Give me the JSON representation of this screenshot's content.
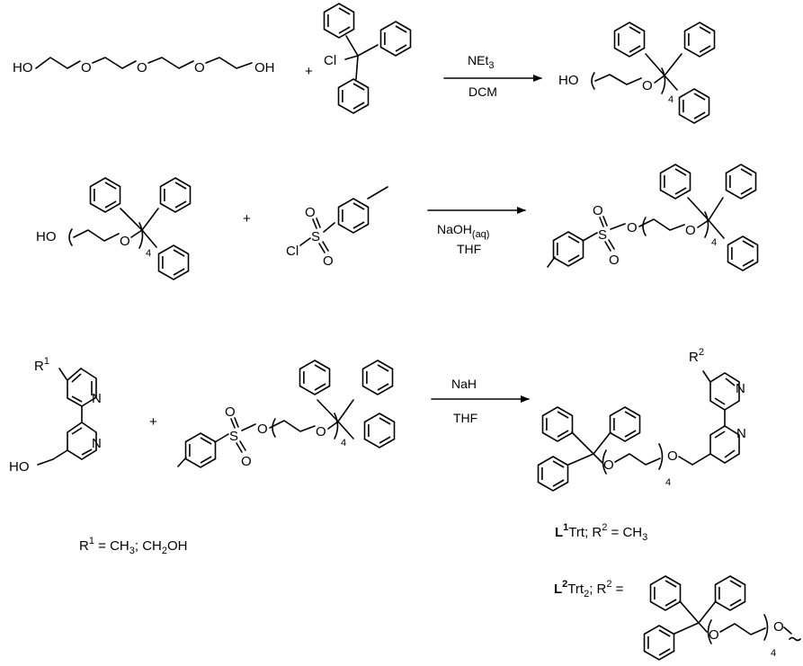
{
  "scheme": {
    "row1": {
      "tetraethylene_glycol": {
        "oh_left": "HO",
        "o1": "O",
        "o2": "O",
        "o3": "O",
        "oh_right": "OH"
      },
      "plus": "+",
      "trityl_chloride": {
        "cl": "Cl"
      },
      "arrow": {
        "above": "NEt",
        "above_sub": "3",
        "below": "DCM"
      },
      "product": {
        "oh": "HO",
        "o": "O",
        "n": "4"
      }
    },
    "row2": {
      "reactant": {
        "oh": "HO",
        "o": "O",
        "n": "4"
      },
      "plus": "+",
      "tosyl_chloride": {
        "cl": "Cl",
        "s": "S",
        "o_top": "O",
        "o_bottom": "O"
      },
      "arrow": {
        "above": "NaOH",
        "above_sub": "(aq)",
        "below": "THF"
      },
      "product": {
        "s": "S",
        "o_top": "O",
        "o_bottom": "O",
        "o_link": "O",
        "o": "O",
        "n": "4"
      }
    },
    "row3": {
      "bipyridine": {
        "r": "R",
        "r_sup": "1",
        "n_top": "N",
        "n_bottom": "N",
        "oh": "HO"
      },
      "plus": "+",
      "tosylate": {
        "s": "S",
        "o_top": "O",
        "o_bottom": "O",
        "o_link": "O",
        "o": "O",
        "n": "4"
      },
      "arrow": {
        "above": "NaH",
        "below": "THF"
      },
      "product": {
        "r": "R",
        "r_sup": "2",
        "n_top": "N",
        "n_bottom": "N",
        "o_left": "O",
        "o_right": "O",
        "n": "4"
      },
      "r1_def": {
        "r": "R",
        "sup": "1",
        "eq": " = CH",
        "sub1": "3",
        "mid": "; CH",
        "sub2": "2",
        "tail": "OH"
      },
      "l1": {
        "name": "L",
        "sup": "1",
        "trt": "Trt;  R",
        "r_sup": "2",
        "eq": " = CH",
        "sub": "3"
      },
      "l2": {
        "name": "L",
        "sup": "2",
        "trt": "Trt",
        "trt_sub": "2",
        "semi": ";  R",
        "r_sup": "2",
        "eq": " =",
        "o_left": "O",
        "o_right": "O",
        "n": "4"
      }
    }
  }
}
